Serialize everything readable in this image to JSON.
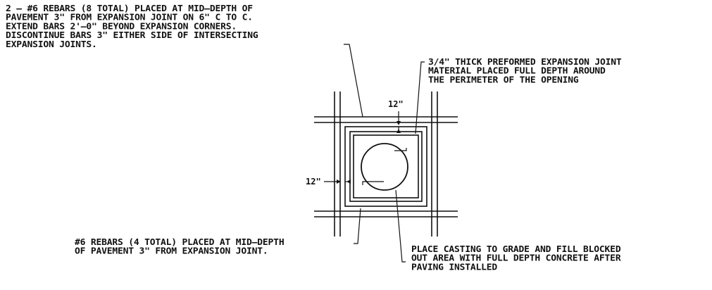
{
  "notes": {
    "top_left": [
      "2 – #6 REBARS (8 TOTAL) PLACED AT MID–DEPTH OF",
      "PAVEMENT 3\" FROM EXPANSION JOINT ON 6\" C TO C.",
      "EXTEND BARS 2'–0\" BEYOND EXPANSION CORNERS.",
      "DISCONTINUE BARS 3\" EITHER SIDE OF INTERSECTING",
      "EXPANSION JOINTS."
    ],
    "top_right": [
      "3/4\" THICK PREFORMED EXPANSION JOINT",
      "MATERIAL PLACED FULL DEPTH AROUND",
      "THE PERIMETER OF THE OPENING"
    ],
    "bottom_left": [
      "#6 REBARS (4 TOTAL) PLACED AT MID–DEPTH",
      "OF PAVEMENT 3\" FROM EXPANSION JOINT."
    ],
    "bottom_right": [
      "PLACE CASTING TO GRADE AND FILL BLOCKED",
      "OUT AREA WITH FULL DEPTH CONCRETE AFTER",
      "PAVING INSTALLED"
    ]
  },
  "dimensions": {
    "top": "12\"",
    "left": "12\""
  },
  "colors": {
    "ink": "#111111",
    "background": "#ffffff"
  }
}
